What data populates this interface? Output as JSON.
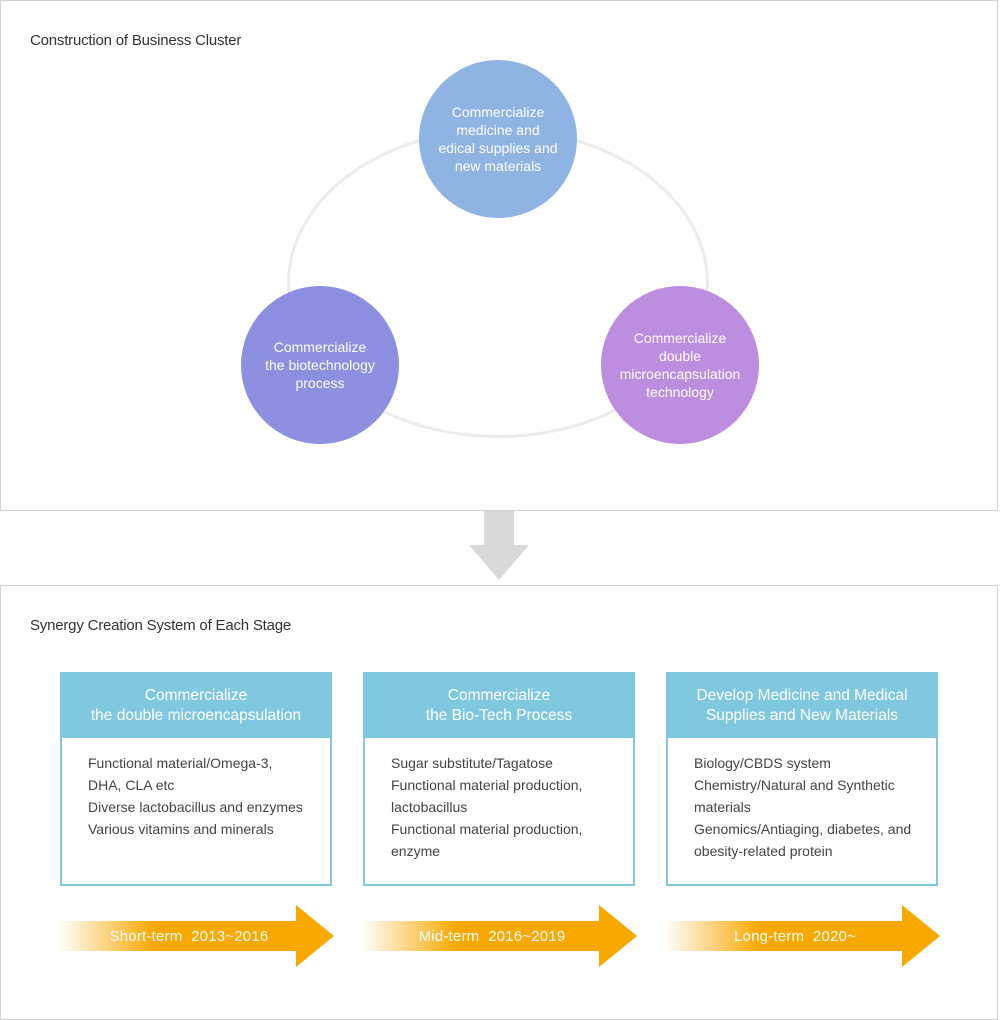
{
  "cluster": {
    "title": "Construction of Business Cluster",
    "nodes": {
      "top": "Commercialize\nmedicine and\nedical supplies and\nnew materials",
      "left": "Commercialize\nthe biotechnology\nprocess",
      "right": "Commercialize\ndouble\nmicroencapsulation\ntechnology"
    },
    "colors": {
      "top": "#8fb4e3",
      "left": "#8d8fe1",
      "right": "#bd8de0",
      "ring": "#ececec"
    }
  },
  "synergy": {
    "title": "Synergy Creation System of Each Stage",
    "stages": [
      {
        "header": "Commercialize\nthe double microencapsulation",
        "items": [
          "Functional material/Omega-3,\nDHA, CLA etc",
          "Diverse lactobacillus and enzymes",
          "Various vitamins and minerals"
        ]
      },
      {
        "header": "Commercialize\nthe Bio-Tech Process",
        "items": [
          "Sugar substitute/Tagatose",
          "Functional material production,\nlactobacillus",
          "Functional material production,\nenzyme"
        ]
      },
      {
        "header": "Develop Medicine and Medical\nSupplies and New Materials",
        "items": [
          "Biology/CBDS system",
          "Chemistry/Natural and Synthetic\nmaterials",
          "Genomics/Antiaging, diabetes, and\nobesity-related protein"
        ]
      }
    ],
    "terms": [
      "Short-term  2013~2016",
      "Mid-term  2016~2019",
      "Long-term  2020~"
    ],
    "colors": {
      "stage": "#7fc8df",
      "arrow": "#f9a800"
    }
  }
}
